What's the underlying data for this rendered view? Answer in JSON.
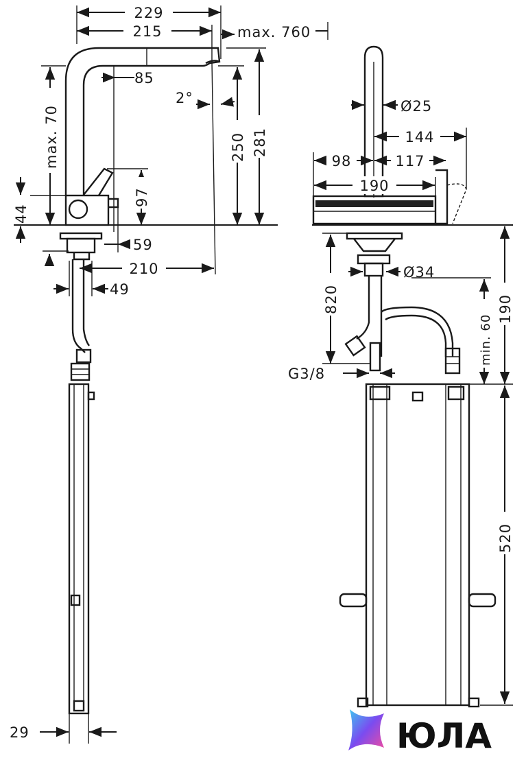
{
  "dimensions": {
    "d229": "229",
    "d215": "215",
    "max760": "max. 760",
    "d85": "85",
    "d2deg": "2°",
    "max70": "max. 70",
    "d250": "250",
    "d281": "281",
    "d97": "97",
    "d44": "44",
    "d59": "59",
    "d210": "210",
    "d49": "49",
    "d29": "29",
    "d25": "Ø25",
    "d144": "144",
    "d98": "98",
    "d117": "117",
    "d190top": "190",
    "d34": "Ø34",
    "d820": "820",
    "min60": "min. 60",
    "d190side": "190",
    "g38": "G3/8",
    "d520": "520"
  },
  "logo": {
    "text": "ЮЛА",
    "colors": [
      "#3cc8f0",
      "#7a4cf0",
      "#f04ca0"
    ]
  }
}
